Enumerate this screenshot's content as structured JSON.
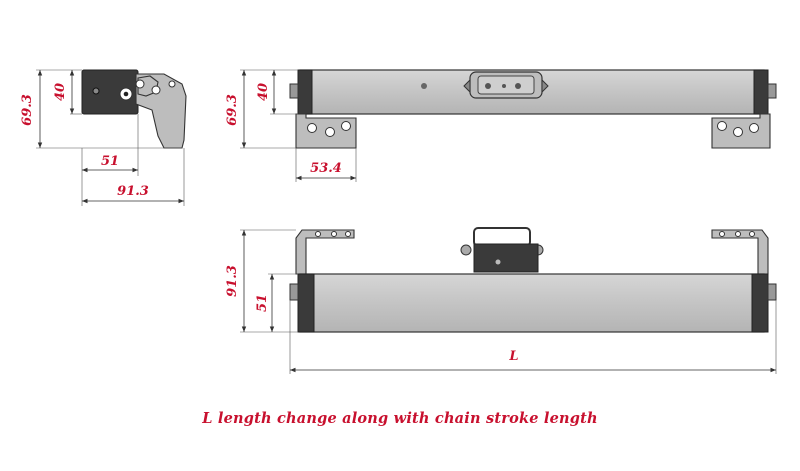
{
  "dimensions": {
    "side_height_total": "69.3",
    "side_height_inner": "40",
    "side_width_inner": "51",
    "side_width_total": "91.3",
    "front_height_total": "69.3",
    "front_height_inner": "40",
    "front_bracket_width": "53.4",
    "top_height_total": "91.3",
    "top_height_inner": "51",
    "top_length": "L"
  },
  "caption": "L length change along with chain stroke length",
  "colors": {
    "dimension": "#c8102e",
    "body": "#c9c9c9",
    "endcap": "#3a3a3a"
  }
}
